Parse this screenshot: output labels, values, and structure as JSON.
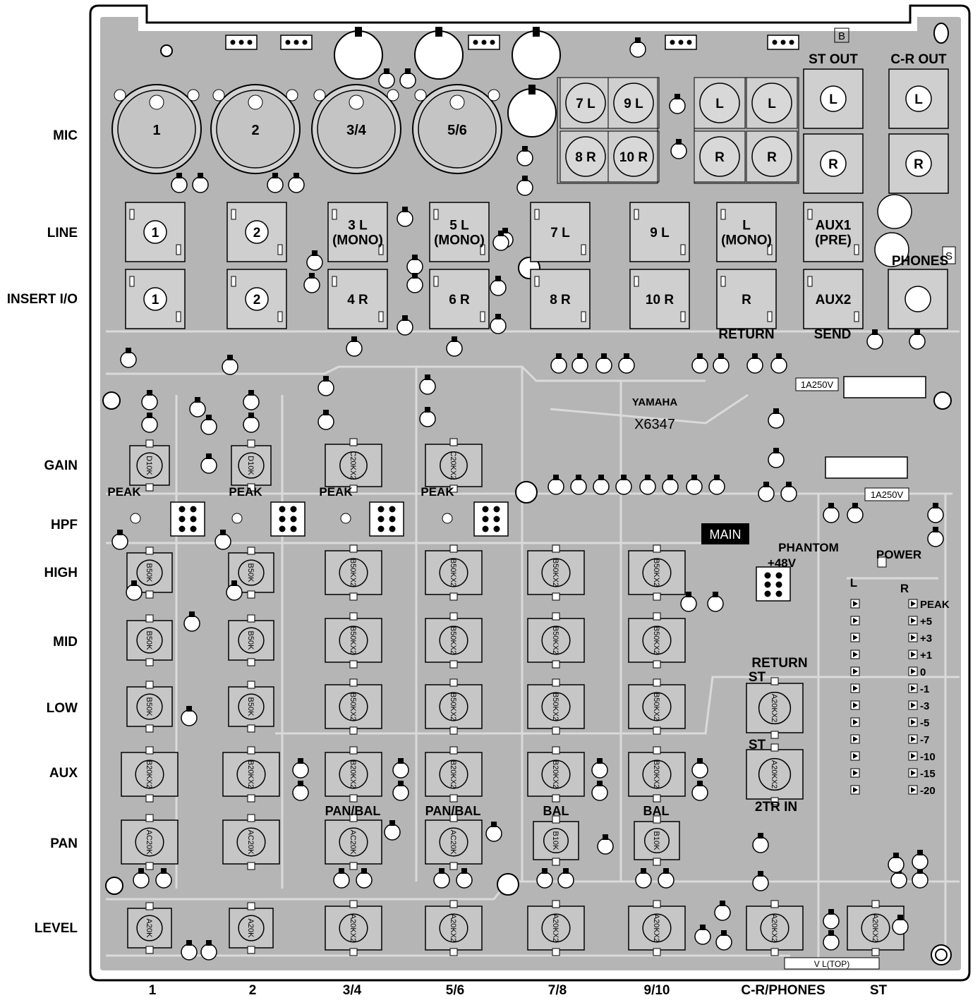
{
  "row_labels": [
    "MIC",
    "LINE",
    "INSERT I/O",
    "GAIN",
    "HPF",
    "HIGH",
    "MID",
    "LOW",
    "AUX",
    "PAN",
    "LEVEL"
  ],
  "column_labels": [
    "1",
    "2",
    "3/4",
    "5/6",
    "7/8",
    "9/10",
    "C-R/PHONES",
    "ST"
  ],
  "mic_jacks": [
    "1",
    "2",
    "3/4",
    "5/6"
  ],
  "line_jacks": [
    "1",
    "2",
    "3 L\n(MONO)",
    "5 L\n(MONO)",
    "7 L",
    "9 L",
    "L\n(MONO)",
    "AUX1\n(PRE)"
  ],
  "insert_jacks": [
    "1",
    "2",
    "4 R",
    "6 R",
    "8 R",
    "10 R",
    "R",
    "AUX2"
  ],
  "upper_jacks": [
    "7 L",
    "9 L",
    "8 R",
    "10 R"
  ],
  "return_jacks": [
    "L",
    "L",
    "R",
    "R"
  ],
  "out_jacks": [
    "L",
    "L",
    "R",
    "R"
  ],
  "section_labels": {
    "st_out": "ST OUT",
    "cr_out": "C-R OUT",
    "phones": "PHONES",
    "return": "RETURN",
    "send": "SEND",
    "phantom": "PHANTOM",
    "phantom_voltage": "+48V",
    "power": "POWER",
    "return_st": "RETURN\nST",
    "st": "ST",
    "two_tr_in": "2TR IN",
    "meter_l": "L",
    "meter_r": "R"
  },
  "peak_labels": [
    "PEAK",
    "PEAK",
    "PEAK",
    "PEAK"
  ],
  "pan_labels": [
    "PAN/BAL",
    "PAN/BAL",
    "BAL",
    "BAL"
  ],
  "meter_scale": [
    "PEAK",
    "+5",
    "+3",
    "+1",
    "0",
    "-1",
    "-3",
    "-5",
    "-7",
    "-10",
    "-15",
    "-20"
  ],
  "board_marks": {
    "brand": "YAMAHA",
    "model": "X6347",
    "main": "MAIN",
    "fuse_1": "1A250V",
    "fuse_2": "1A250V",
    "b_mark": "B",
    "s_mark": "S",
    "top_mark": "V L(TOP)"
  },
  "pot_values": {
    "gain": [
      "D10K",
      "D10K",
      "C20KX2",
      "C20KX2"
    ],
    "eq_mono": "B50K",
    "eq_stereo": "B50KX2",
    "aux": "B20KX2",
    "pan": "AC20K",
    "bal": "B10K",
    "level_mono": "A20K",
    "level_stereo": "A20KX2"
  },
  "colors": {
    "board": "#b5b5b5",
    "trace": "#d9d9d9",
    "ink": "#000000",
    "paper": "#ffffff"
  }
}
